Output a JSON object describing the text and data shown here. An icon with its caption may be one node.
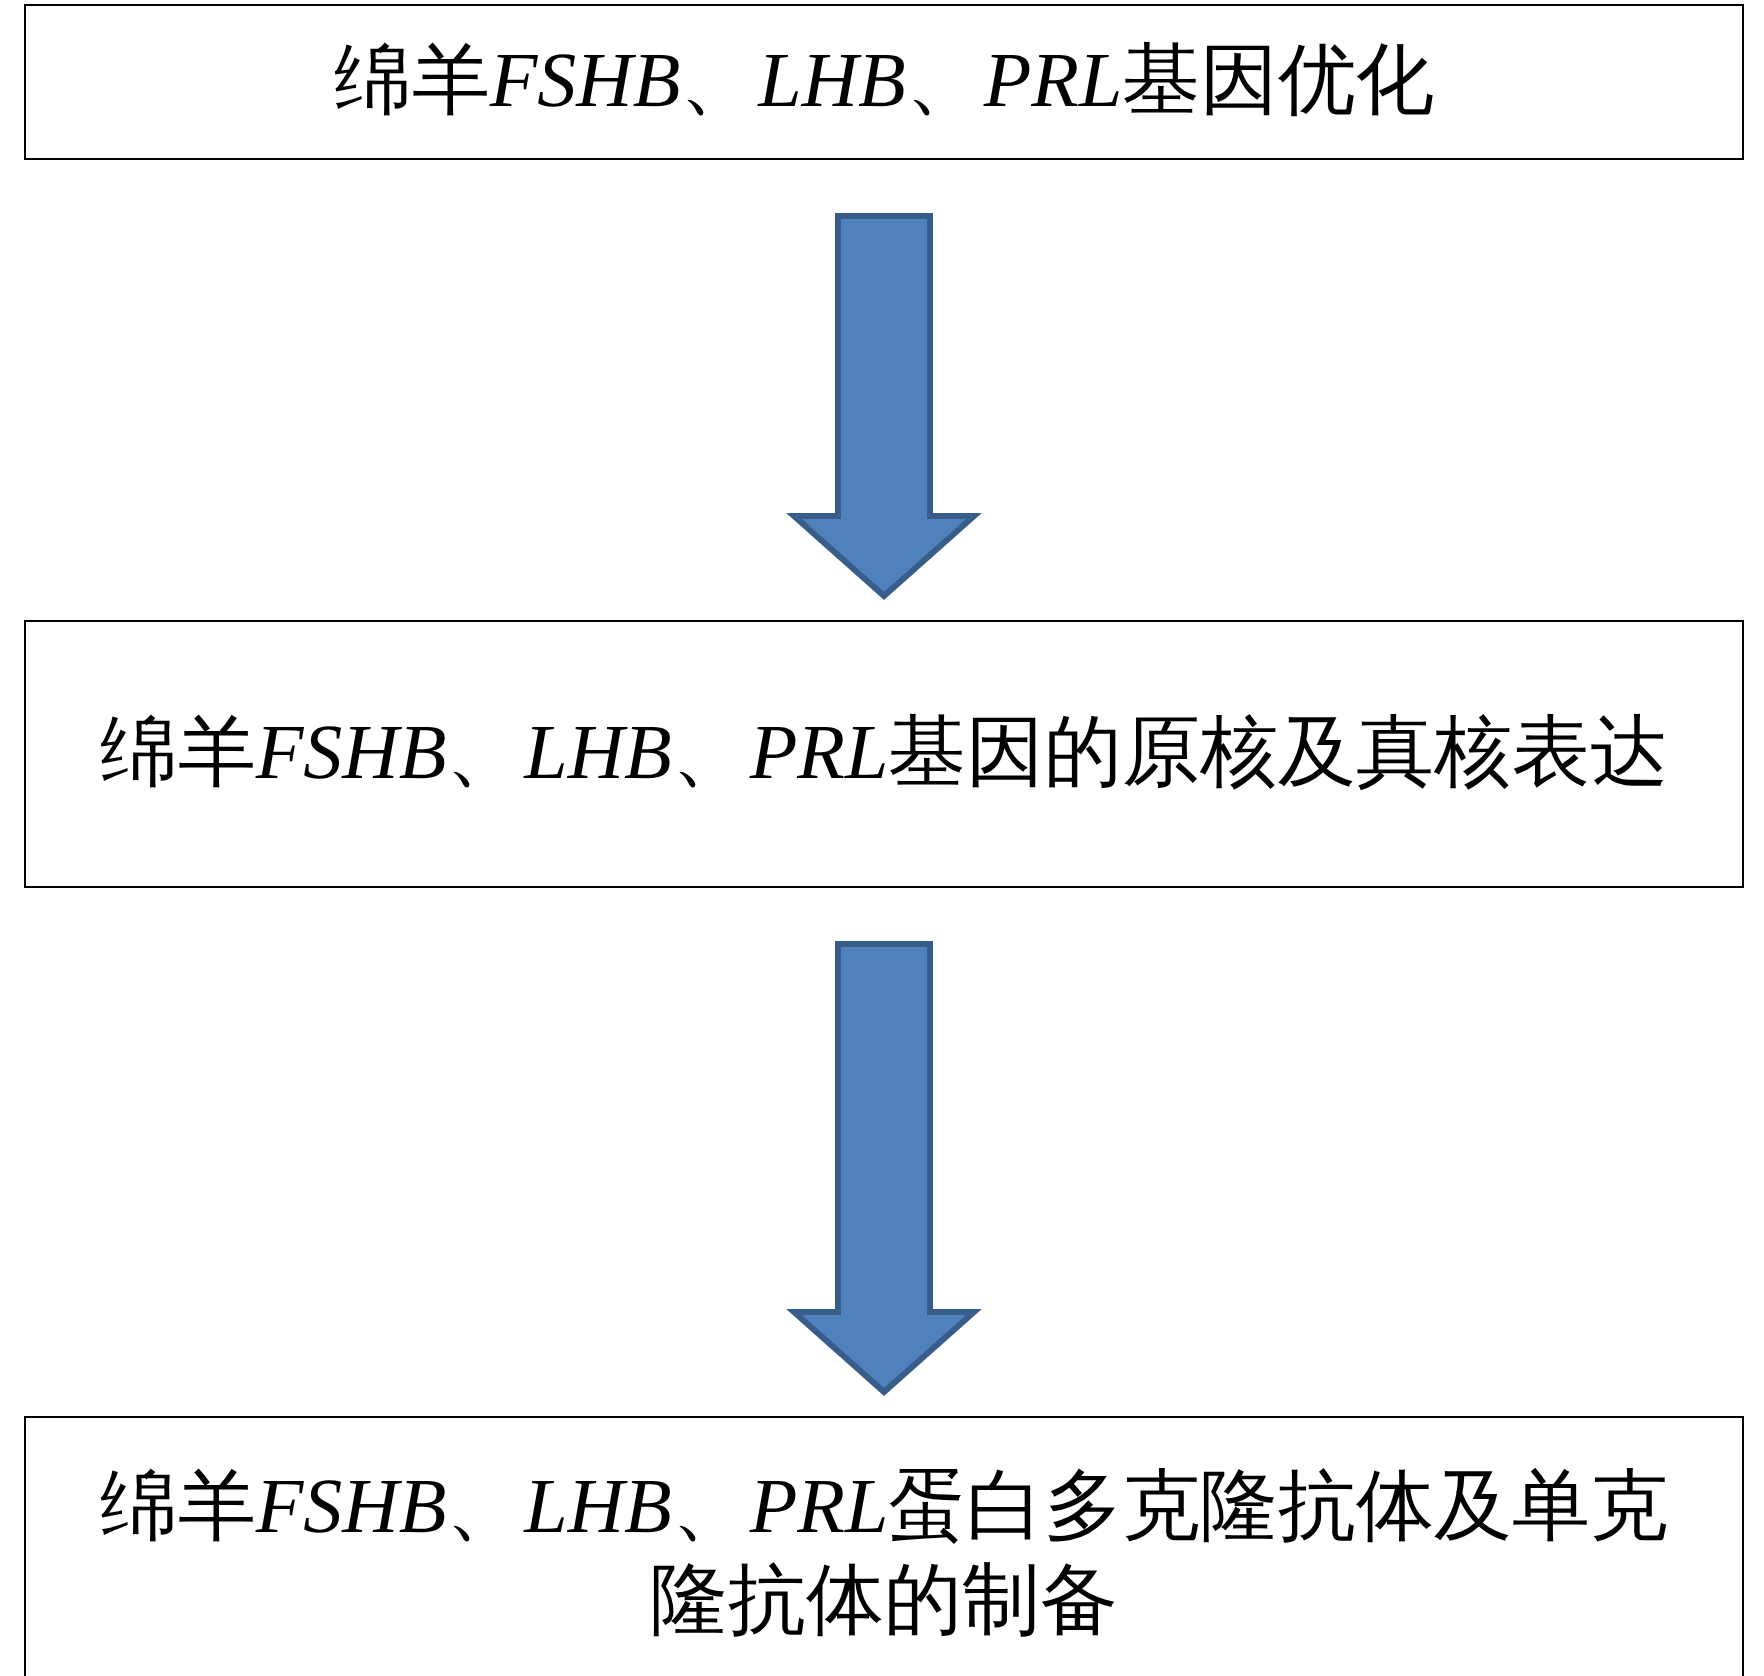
{
  "diagram": {
    "nodes": [
      {
        "text": [
          "绵羊FSHB、LHB、PRL基因优化"
        ]
      },
      {
        "text": [
          "绵羊FSHB、LHB、PRL基因的原核及真核表达"
        ]
      },
      {
        "text": [
          "绵羊FSHB、LHB、PRL蛋白多克隆抗体及单克隆抗体的制备"
        ]
      }
    ],
    "edges": [
      {
        "from": 0,
        "to": 1,
        "arrow": "to"
      },
      {
        "from": 1,
        "to": 2,
        "arrow": "to"
      }
    ]
  }
}
